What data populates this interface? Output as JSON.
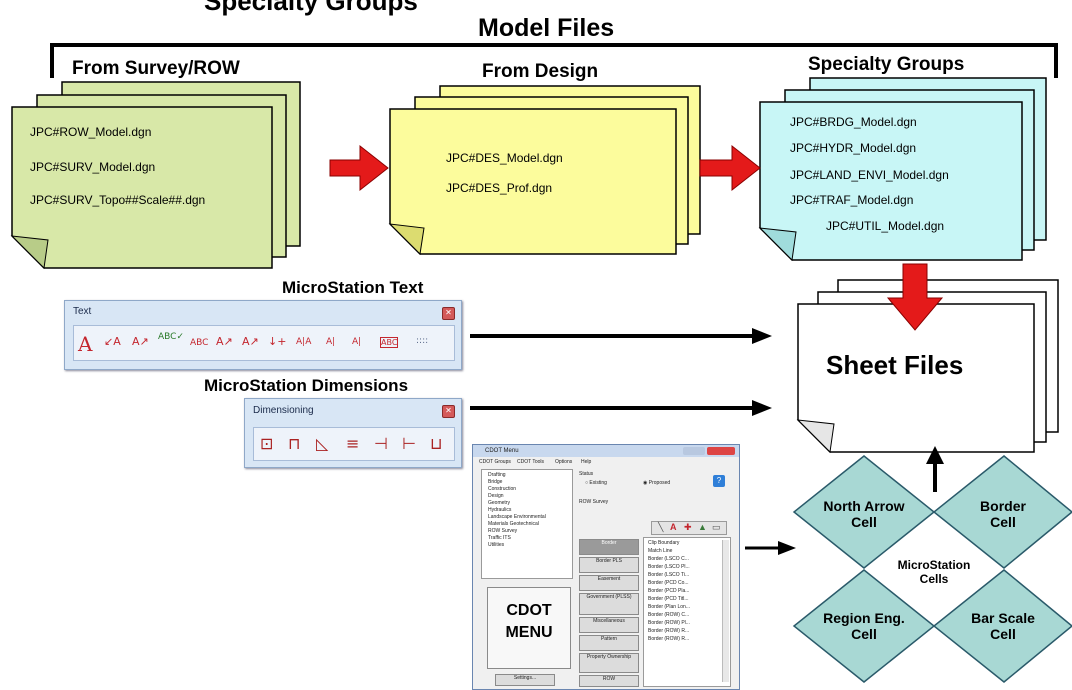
{
  "header": {
    "top_cut_title": "Specialty Groups",
    "main_title": "Model Files"
  },
  "groups": {
    "survey": {
      "label": "From Survey/ROW",
      "files": [
        "JPC#ROW_Model.dgn",
        "JPC#SURV_Model.dgn",
        "JPC#SURV_Topo##Scale##.dgn"
      ]
    },
    "design": {
      "label": "From Design",
      "files": [
        "JPC#DES_Model.dgn",
        "JPC#DES_Prof.dgn"
      ]
    },
    "specialty": {
      "label": "Specialty Groups",
      "files": [
        "JPC#BRDG_Model.dgn",
        "JPC#HYDR_Model.dgn",
        "JPC#LAND_ENVI_Model.dgn",
        "JPC#TRAF_Model.dgn",
        "JPC#UTIL_Model.dgn"
      ]
    }
  },
  "sheet_files": {
    "label": "Sheet Files"
  },
  "text_toolbar": {
    "heading": "MicroStation Text",
    "title": "Text",
    "icons": [
      "A",
      "↙A",
      "A↗",
      "ABC✓",
      "ABC",
      "A↗",
      "A↗",
      "↓+",
      "A|A",
      "A|",
      "A|",
      "ABC",
      "::::"
    ]
  },
  "dim_toolbar": {
    "heading": "MicroStation Dimensions",
    "title": "Dimensioning",
    "icons": [
      "⊡",
      "⊓",
      "◺",
      "≡",
      "⊣",
      "⊢",
      "⊔"
    ]
  },
  "cdot_menu": {
    "title": "CDOT Menu",
    "menubar": [
      "CDOT Groups",
      "CDOT Tools",
      "Options",
      "Help"
    ],
    "tree": [
      "Drafting",
      "Bridge",
      "Construction",
      "Design",
      "Geometry",
      "Hydraulics",
      "Landscape Environmental",
      "Materials Geotechnical",
      "ROW Survey",
      "Traffic ITS",
      "Utilities"
    ],
    "status_label": "Status",
    "radio_existing": "Existing",
    "radio_proposed": "Proposed",
    "section_label": "ROW Survey",
    "buttons": [
      "Border",
      "Border PLS",
      "Easement",
      "Government (PLSS)",
      "Miscellaneous",
      "Pattern",
      "Property Ownership",
      "ROW"
    ],
    "list": [
      "Clip Boundary",
      "Match Line",
      "Border (LSCO C...",
      "Border (LSCO Pl...",
      "Border (LSCO Ti...",
      "Border (PCD Co...",
      "Border (PCD Pla...",
      "Border (PCD Titl...",
      "Border (Plan Lon...",
      "Border (ROW) C...",
      "Border (ROW) Pl...",
      "Border (ROW) R...",
      "Border (ROW) R..."
    ],
    "big_label_1": "CDOT",
    "big_label_2": "MENU",
    "settings_button": "Settings..."
  },
  "cells": {
    "north_arrow_1": "North Arrow",
    "north_arrow_2": "Cell",
    "border_1": "Border",
    "border_2": "Cell",
    "region_1": "Region Eng.",
    "region_2": "Cell",
    "bar_scale_1": "Bar Scale",
    "bar_scale_2": "Cell",
    "center_1": "MicroStation",
    "center_2": "Cells"
  },
  "colors": {
    "survey_fill": "#d8e8a8",
    "design_fill": "#fcfc9c",
    "specialty_fill": "#c8f6f6",
    "cell_fill": "#a8d8d4",
    "red_arrow": "#e41a1a"
  }
}
